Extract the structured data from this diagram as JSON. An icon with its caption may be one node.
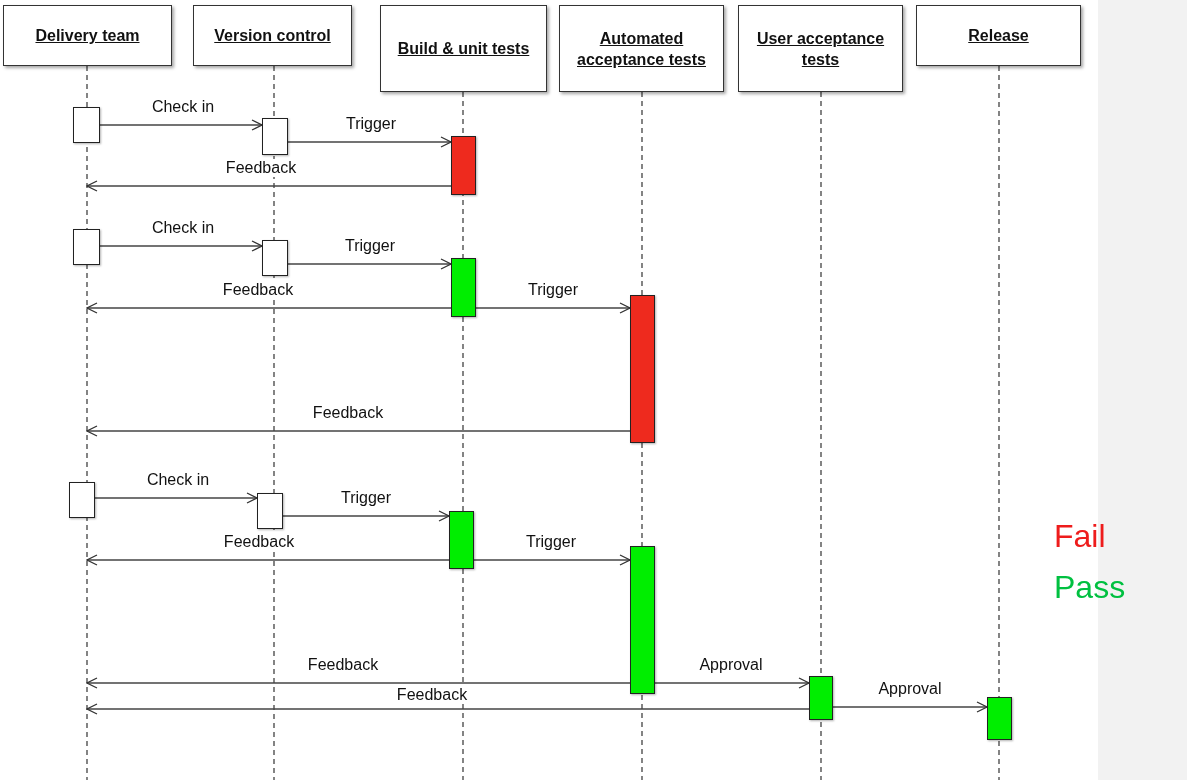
{
  "diagram": {
    "nodes": [
      {
        "text": [
          "Delivery team"
        ]
      },
      {
        "text": [
          "Version control"
        ]
      },
      {
        "text": [
          "Build & unit tests"
        ]
      },
      {
        "text": [
          "Automated acceptance tests"
        ]
      },
      {
        "text": [
          "User acceptance tests"
        ]
      },
      {
        "text": [
          "Release"
        ]
      },
      {
        "text": [],
        "shape": "bar"
      },
      {
        "text": [],
        "shape": "bar"
      },
      {
        "text": [],
        "shape": "bar"
      },
      {
        "text": [],
        "shape": "bar"
      },
      {
        "text": [],
        "shape": "bar"
      },
      {
        "text": [],
        "shape": "bar"
      },
      {
        "text": [],
        "shape": "bar"
      },
      {
        "text": [],
        "shape": "bar"
      },
      {
        "text": [],
        "shape": "bar"
      },
      {
        "text": [],
        "shape": "bar"
      },
      {
        "text": [],
        "shape": "bar"
      },
      {
        "text": [],
        "shape": "bar"
      },
      {
        "text": [],
        "shape": "bar"
      }
    ],
    "edges": [
      {
        "from": 6,
        "to": 7,
        "arrow": "to",
        "label": "Check in"
      },
      {
        "from": 7,
        "to": 8,
        "arrow": "to",
        "label": "Trigger"
      },
      {
        "from": 8,
        "to": null,
        "arrow": "to",
        "label": "Feedback"
      },
      {
        "from": 9,
        "to": 10,
        "arrow": "to",
        "label": "Check in"
      },
      {
        "from": 10,
        "to": 11,
        "arrow": "to",
        "label": "Trigger"
      },
      {
        "from": 11,
        "to": null,
        "arrow": "to",
        "label": "Feedback"
      },
      {
        "from": 11,
        "to": 12,
        "arrow": "to",
        "label": "Trigger"
      },
      {
        "from": 12,
        "to": null,
        "arrow": "to",
        "label": "Feedback"
      },
      {
        "from": 13,
        "to": 14,
        "arrow": "to",
        "label": "Check in"
      },
      {
        "from": 14,
        "to": 15,
        "arrow": "to",
        "label": "Trigger"
      },
      {
        "from": 15,
        "to": null,
        "arrow": "to",
        "label": "Feedback"
      },
      {
        "from": 15,
        "to": 16,
        "arrow": "to",
        "label": "Trigger"
      },
      {
        "from": 16,
        "to": null,
        "arrow": "to",
        "label": "Feedback"
      },
      {
        "from": 16,
        "to": 17,
        "arrow": "to",
        "label": "Approval"
      },
      {
        "from": 17,
        "to": null,
        "arrow": "to",
        "label": "Feedback"
      },
      {
        "from": 17,
        "to": 18,
        "arrow": "to",
        "label": "Approval"
      }
    ],
    "legend": [
      {
        "text": "Fail",
        "color": "#ee1c1c"
      },
      {
        "text": "Pass",
        "color": "#00c040"
      }
    ]
  }
}
